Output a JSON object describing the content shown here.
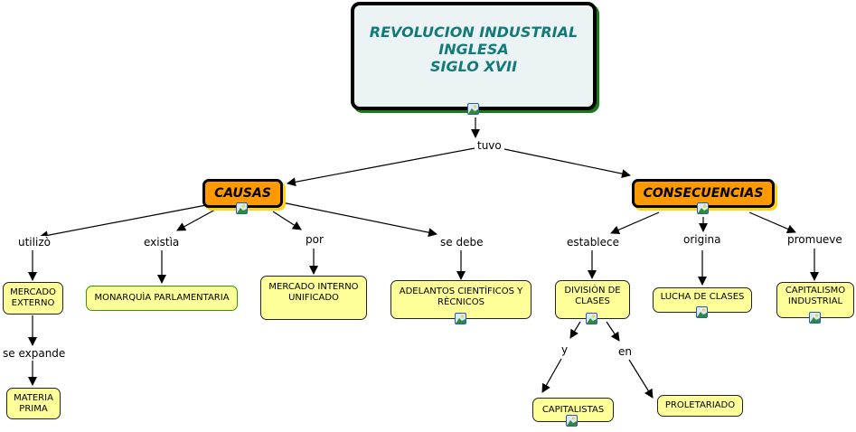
{
  "title": {
    "lines": [
      "REVOLUCION INDUSTRIAL",
      "INGLESA",
      "SIGLO XVII"
    ]
  },
  "nodes": {
    "causas": "CAUSAS",
    "consecuencias": "CONSECUENCIAS",
    "mercado_externo": [
      "MERCADO",
      "EXTERNO"
    ],
    "materia_prima": [
      "MATERIA",
      "PRIMA"
    ],
    "monarquia": "MONARQUÌA PARLAMENTARIA",
    "mercado_interno": [
      "MERCADO INTERNO",
      "UNIFICADO"
    ],
    "adelantos": [
      "ADELANTOS CIENTÌFICOS Y",
      "RÈCNICOS"
    ],
    "division": [
      "DIVISIÒN DE",
      "CLASES"
    ],
    "lucha": "LUCHA DE CLASES",
    "capitalismo": [
      "CAPITALISMO",
      "INDUSTRIAL"
    ],
    "capitalistas": "CAPITALISTAS",
    "proletariado": "PROLETARIADO"
  },
  "linking_words": {
    "tuvo": "tuvo",
    "utilizo": "utilizò",
    "existia": "existìa",
    "por": "por",
    "se_debe": "se debe",
    "se_expande": "se expande",
    "establece": "establece",
    "origina": "origina",
    "promueve": "promueve",
    "y": "y",
    "en": "en"
  },
  "colors": {
    "title_text": "#117a7a",
    "title_bg": "#ecf3f4",
    "orange": "#ff9900",
    "yellow": "#ffff99"
  }
}
